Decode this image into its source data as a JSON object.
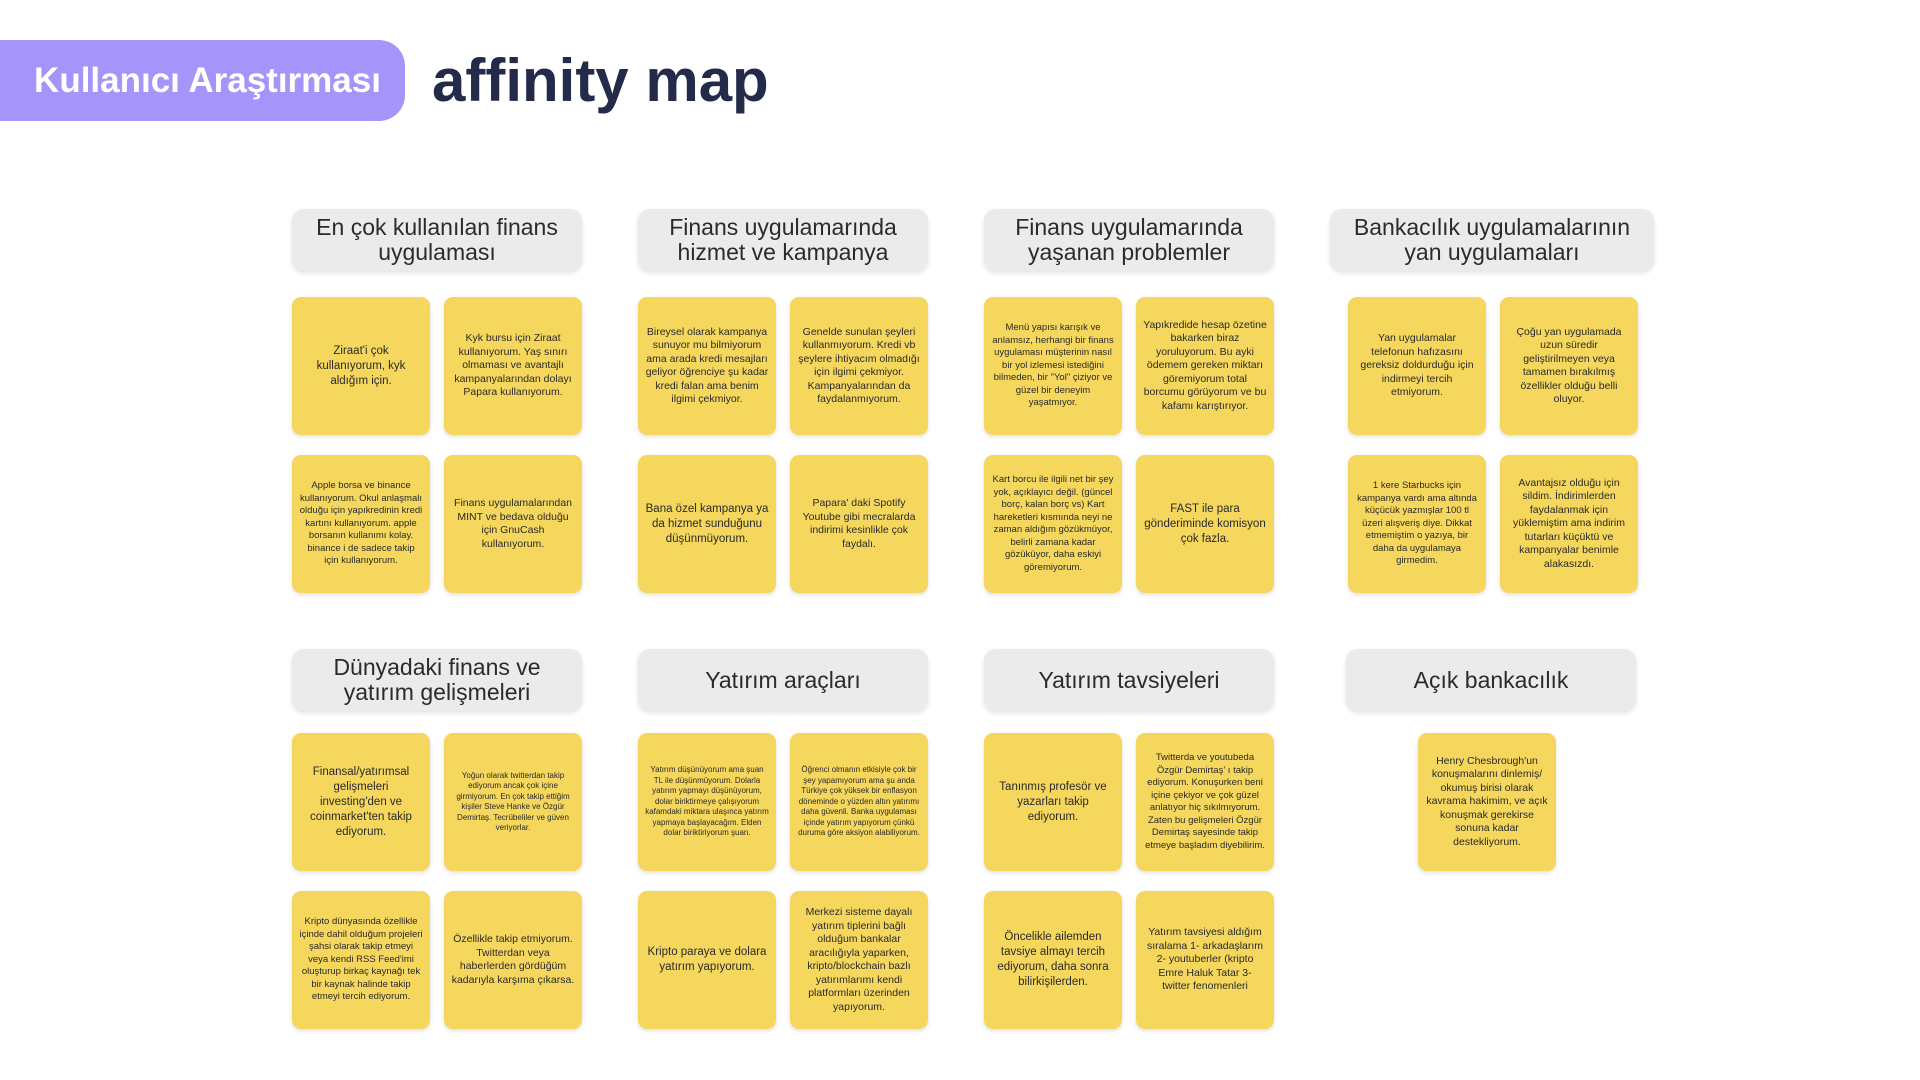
{
  "badge": "Kullanıcı Araştırması",
  "title": "affinity map",
  "groups": [
    {
      "title": "En çok kullanılan finans uygulaması",
      "notes": [
        "Ziraat'i çok kullanıyorum, kyk aldığım için.",
        "Kyk bursu için Ziraat kullanıyorum. Yaş sınırı olmaması ve avantajlı kampanyalarından dolayı Papara kullanıyorum.",
        "Apple borsa ve binance kullanıyorum. Okul anlaşmalı olduğu için yapıkredinin kredi kartını kullanıyorum. apple borsanın kullanımı kolay. binance i de sadece takip için kullanıyorum.",
        "Finans uygulamalarından MINT ve bedava olduğu için GnuCash kullanıyorum."
      ]
    },
    {
      "title": "Finans uygulamarında hizmet ve kampanya",
      "notes": [
        "Bireysel olarak kampanya sunuyor mu bilmiyorum ama arada kredi mesajları geliyor öğrenciye şu kadar kredi falan ama benim ilgimi çekmiyor.",
        "Genelde sunulan şeyleri kullanmıyorum. Kredi vb şeylere ihtiyacım olmadığı için ilgimi çekmiyor. Kampanyalarından da faydalanmıyorum.",
        "Bana özel kampanya ya da hizmet sunduğunu düşünmüyorum.",
        "Papara' daki Spotify Youtube gibi mecralarda indirimi kesinlikle çok faydalı."
      ]
    },
    {
      "title": "Finans uygulamarında yaşanan problemler",
      "notes": [
        "Menü yapısı karışık ve anlamsız, herhangi bir finans uygulaması müşterinin nasıl bir yol izlemesi istediğini bilmeden, bir \"Yol\" çiziyor ve güzel bir deneyim yaşatmıyor.",
        "Yapıkredide hesap özetine bakarken biraz yoruluyorum. Bu ayki ödemem gereken miktarı göremiyorum total borcumu görüyorum ve bu kafamı karıştırıyor.",
        "Kart borcu ile ilgili net bir şey yok, açıklayıcı değil. (güncel borç, kalan borç vs) Kart hareketleri kısmında neyi ne zaman aldığım gözükmüyor, belirli zamana kadar gözüküyor, daha eskiyi göremiyorum.",
        "FAST ile para gönderiminde komisyon çok fazla."
      ]
    },
    {
      "title": "Bankacılık uygulamalarının yan uygulamaları",
      "notes": [
        "Yan uygulamalar telefonun hafızasını gereksiz doldurduğu için indirmeyi tercih etmiyorum.",
        "Çoğu yan uygulamada uzun süredir geliştirilmeyen veya tamamen bırakılmış özellikler olduğu belli oluyor.",
        "1 kere Starbucks için kampanya vardı ama altında küçücük yazmışlar 100 tl üzeri alışveriş diye. Dikkat etmemiştim o yazıya, bir daha da uygulamaya girmedim.",
        "Avantajsız olduğu için sildim. İndirimlerden faydalanmak için yüklemiştim ama indirim tutarları küçüktü ve kampanyalar benimle alakasızdı."
      ]
    },
    {
      "title": "Dünyadaki finans ve yatırım gelişmeleri",
      "notes": [
        "Finansal/yatırımsal gelişmeleri investing'den ve coinmarket'ten takip ediyorum.",
        "Yoğun olarak twitterdan takip ediyorum ancak çok içine girmiyorum. En çok takip ettiğim kişiler Steve Hanke ve Özgür Demirtaş. Tecrübeliler ve güven veriyorlar.",
        "Kripto dünyasında özellikle içinde dahil olduğum projeleri şahsi olarak takip etmeyi veya kendi RSS Feed'imi oluşturup birkaç kaynağı tek bir kaynak halinde takip etmeyi tercih ediyorum.",
        "Özellikle takip etmiyorum. Twitterdan veya haberlerden gördüğüm kadarıyla karşıma çıkarsa."
      ]
    },
    {
      "title": "Yatırım araçları",
      "notes": [
        "Yatırım düşünüyorum ama şuan TL ile düşünmüyorum. Dolarla yatırım yapmayı düşünüyorum, dolar biriktirmeye çalışıyorum kafamdaki miktara ulaşınca yatırım yapmaya başlayacağım. Elden dolar biriktiriyorum şuan.",
        "Öğrenci olmanın etkisiyle çok bir şey yapamıyorum ama şu anda Türkiye çok yüksek bir enflasyon döneminde o yüzden altın yatırımı daha güvenli. Banka uygulaması içinde yatırım yapıyorum çünkü duruma göre aksiyon alabiliyorum.",
        "Kripto paraya ve dolara yatırım yapıyorum.",
        "Merkezi sisteme dayalı yatırım tiplerini bağlı olduğum bankalar aracılığıyla yaparken, kripto/blockchain bazlı yatırımlarımı kendi platformları üzerinden yapıyorum."
      ]
    },
    {
      "title": "Yatırım tavsiyeleri",
      "notes": [
        "Tanınmış profesör ve yazarları takip ediyorum.",
        "Twitterda ve youtubeda Özgür Demirtaş' ı takip ediyorum. Konuşurken beni içine çekiyor ve çok güzel anlatıyor hiç sıkılmıyorum. Zaten bu gelişmeleri Özgür Demirtaş sayesinde takip etmeye başladım diyebilirim.",
        "Öncelikle ailemden tavsiye almayı tercih ediyorum, daha sonra bilirkişilerden.",
        "Yatırım tavsiyesi aldığım sıralama 1- arkadaşlarım 2- youtuberler (kripto Emre Haluk Tatar 3- twitter fenomenleri"
      ]
    },
    {
      "title": "Açık bankacılık",
      "notes": [
        "Henry Chesbrough'un konuşmalarını dinlemiş/ okumuş birisi olarak kavrama hakimim, ve açık konuşmak gerekirse sonuna kadar destekliyorum."
      ]
    }
  ],
  "colors": {
    "badge": "#a594f9",
    "title": "#232a4a",
    "header_bg": "#ebebeb",
    "note_bg": "#f5d75e"
  }
}
